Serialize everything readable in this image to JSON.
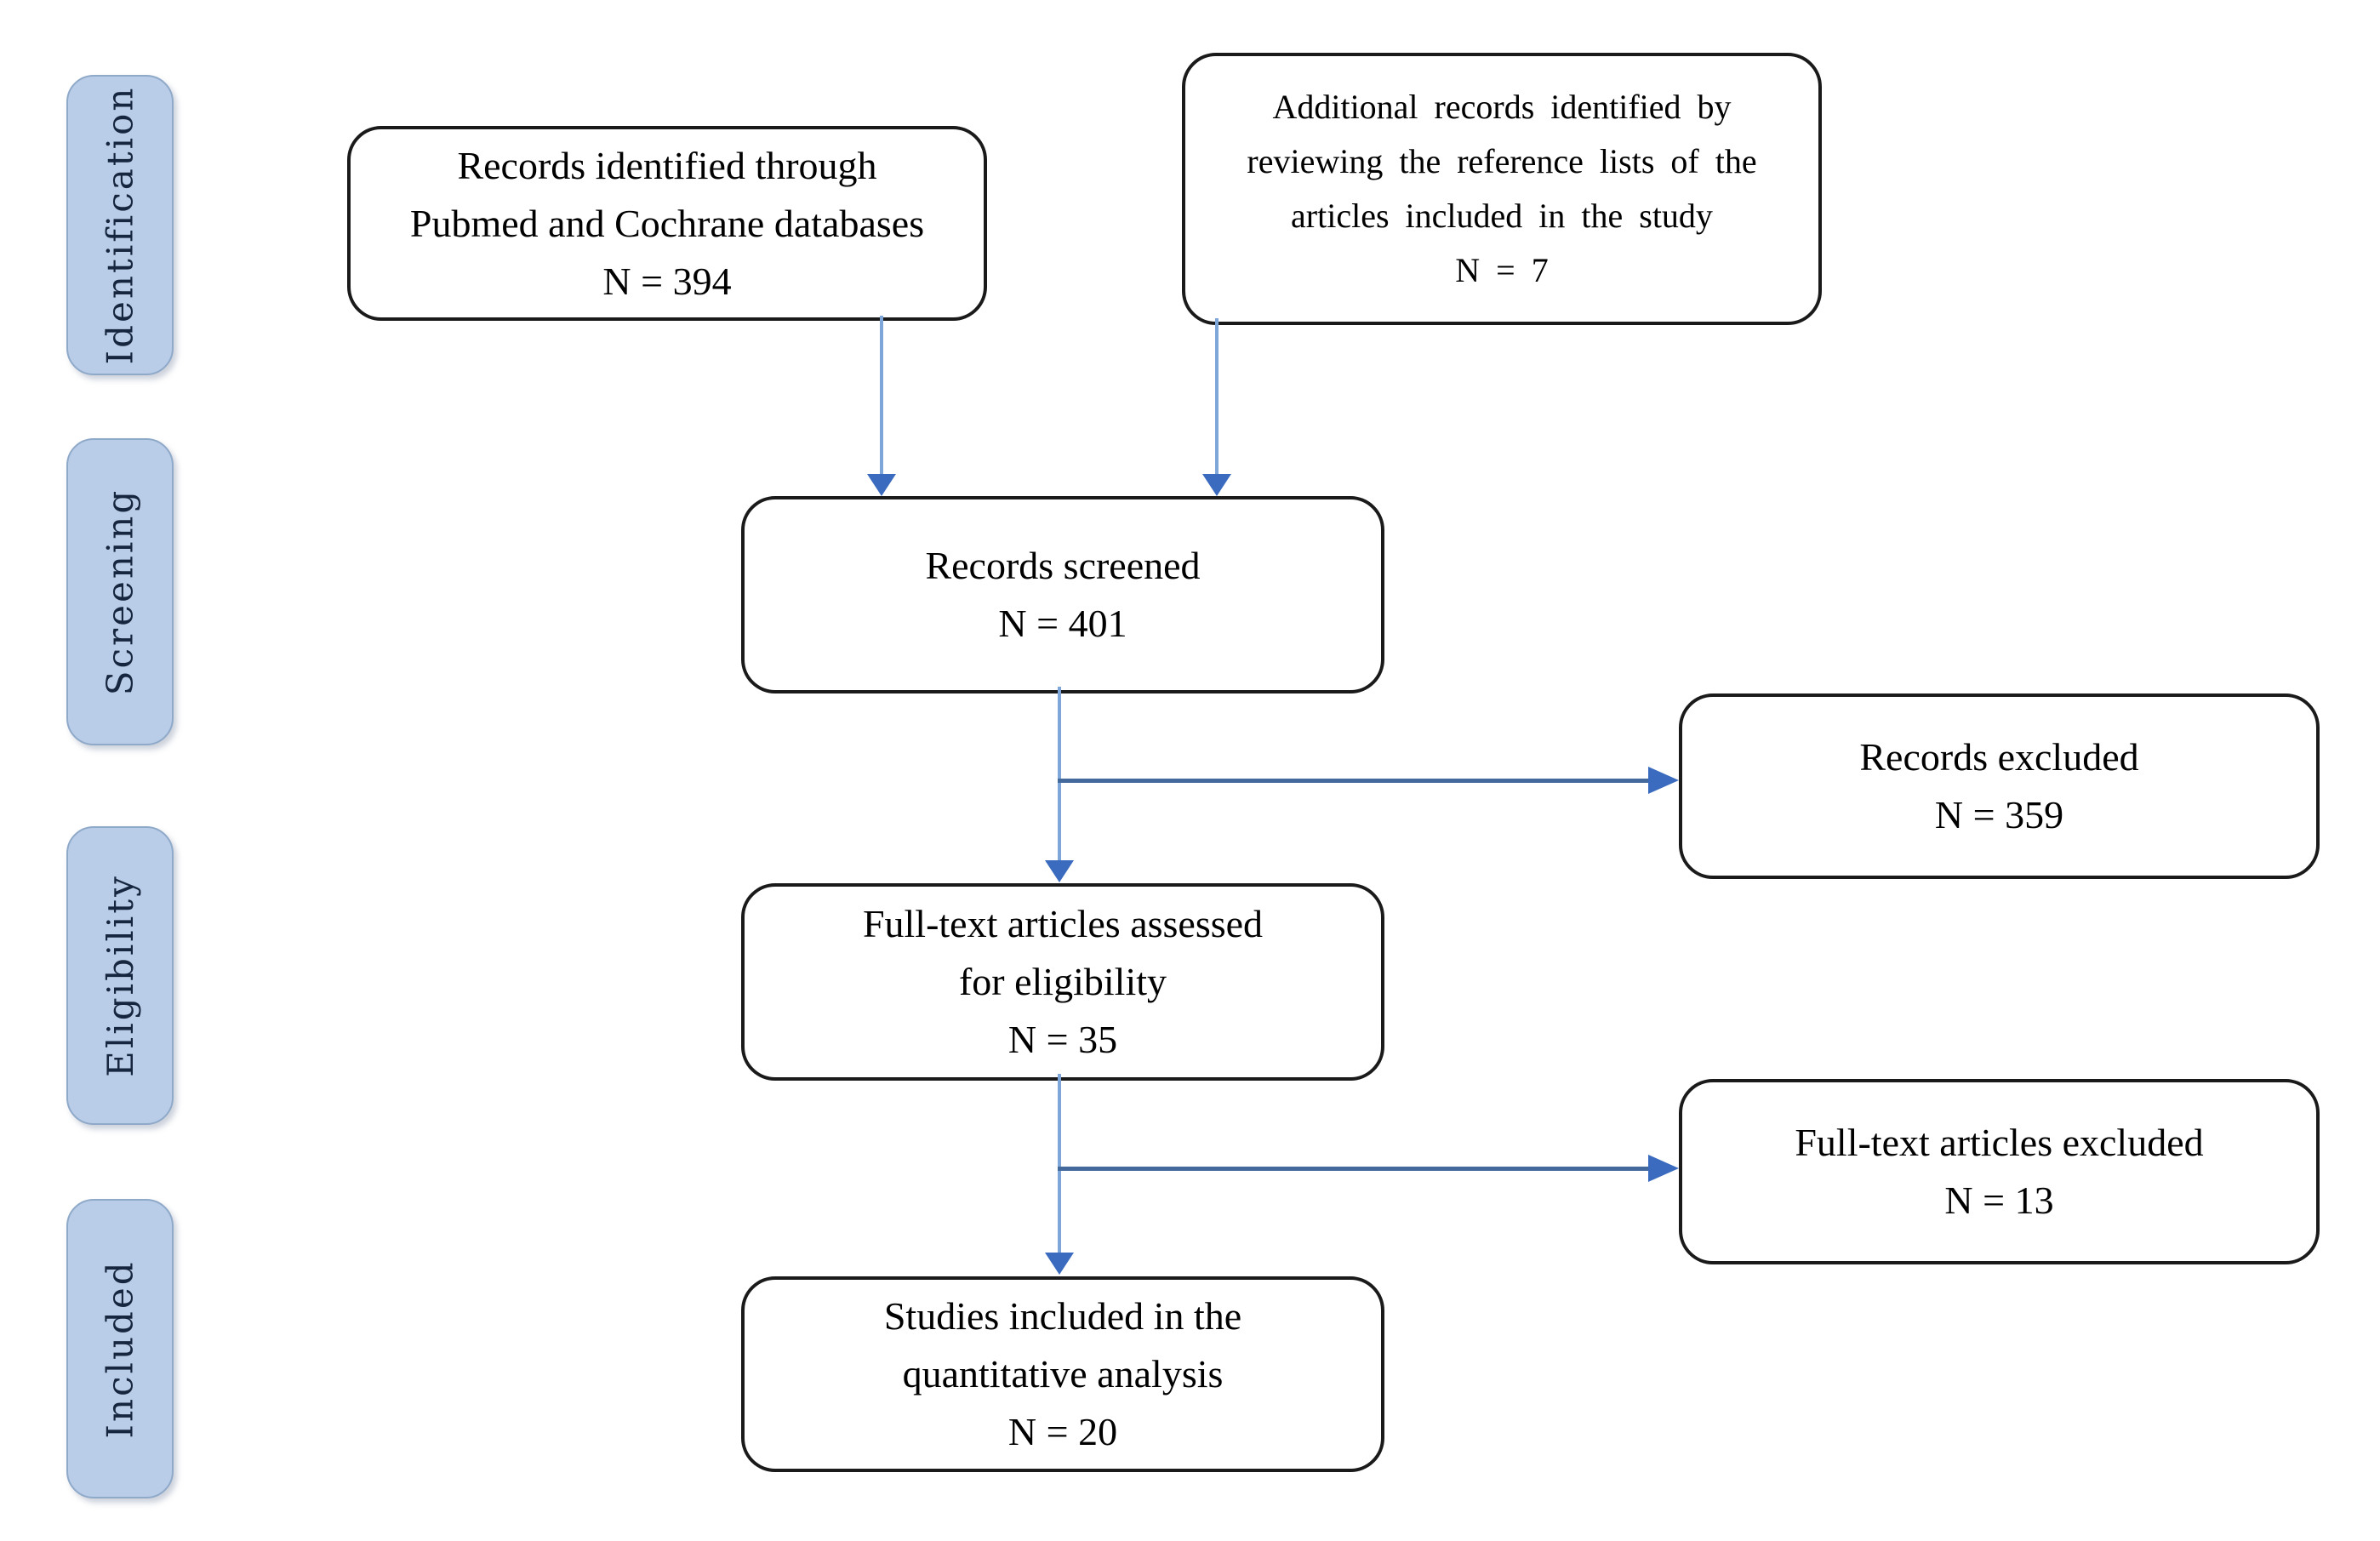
{
  "colors": {
    "stage_fill": "#b9cde8",
    "stage_border": "#8fa9c9",
    "stage_text": "#16263e",
    "box_bg": "#ffffff",
    "box_border": "#1a1a1a",
    "line_vertical": "#7fa6d9",
    "line_horizontal": "#44699d",
    "arrowhead": "#3a6bbf"
  },
  "stages": {
    "identification": "Identification",
    "screening": "Screening",
    "eligibility": "Eligibility",
    "included": "Included"
  },
  "boxes": {
    "records_identified": {
      "line1": "Records identified through",
      "line2": "Pubmed and Cochrane databases",
      "count": "N = 394"
    },
    "additional_records": {
      "line1": "Additional records identified by",
      "line2": "reviewing the reference lists of the",
      "line3": "articles included in the study",
      "count": "N = 7"
    },
    "records_screened": {
      "line1": "Records screened",
      "count": "N = 401"
    },
    "records_excluded": {
      "line1": "Records excluded",
      "count": "N = 359"
    },
    "fulltext_assessed": {
      "line1": "Full-text articles assessed",
      "line2": "for eligibility",
      "count": "N = 35"
    },
    "fulltext_excluded": {
      "line1": "Full-text articles excluded",
      "count": "N = 13"
    },
    "studies_included": {
      "line1": "Studies included in the",
      "line2": "quantitative analysis",
      "count": "N = 20"
    }
  }
}
